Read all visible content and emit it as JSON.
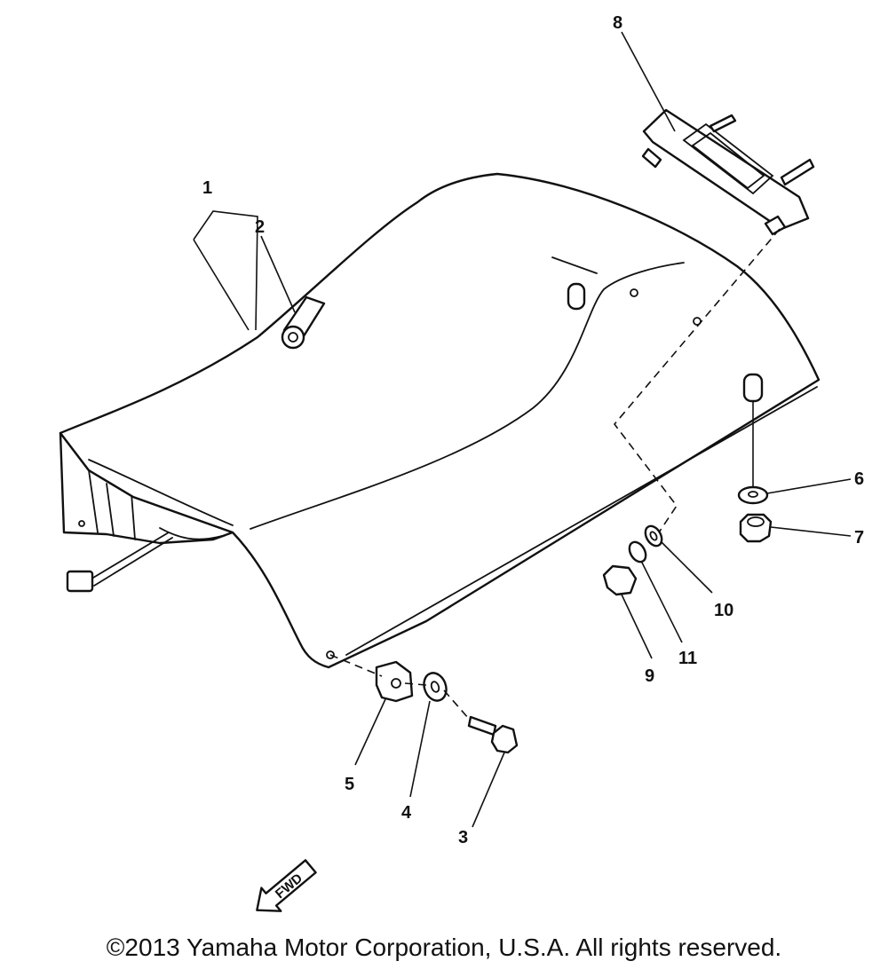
{
  "callouts": {
    "c1": "1",
    "c2": "2",
    "c3": "3",
    "c4": "4",
    "c5": "5",
    "c6": "6",
    "c7": "7",
    "c8": "8",
    "c9": "9",
    "c10": "10",
    "c11": "11"
  },
  "fwd_label": "FWD",
  "copyright": "©2013 Yamaha Motor Corporation, U.S.A. All rights reserved."
}
